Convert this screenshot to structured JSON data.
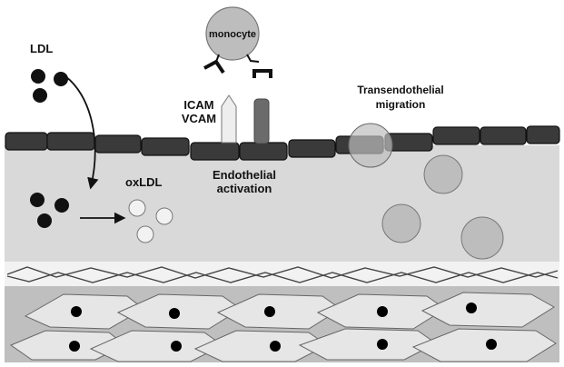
{
  "labels": {
    "ldl": "LDL",
    "oxldl": "oxLDL",
    "monocyte": "monocyte",
    "icam": "ICAM",
    "vcam": "VCAM",
    "endothelial_line1": "Endothelial",
    "endothelial_line2": "activation",
    "transendothelial_line1": "Transendothelial",
    "transendothelial_line2": "migration"
  },
  "colors": {
    "endothelial_cell": "#3a3a3a",
    "intima": "#d9d9d9",
    "monocyte": "#bdbdbd",
    "media_band": "#bfbfbf",
    "smooth_muscle_cell": "#e6e6e6",
    "ldl_particle": "#111111",
    "oxldl_particle": "#f2f2f2",
    "icam_receptor": "#eeeeee",
    "vcam_receptor": "#6b6b6b"
  }
}
